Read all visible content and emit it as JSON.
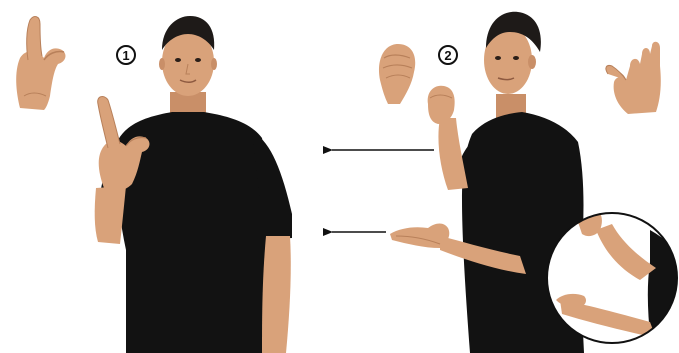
{
  "steps": [
    {
      "number": "1"
    },
    {
      "number": "2"
    }
  ],
  "colors": {
    "background": "#ffffff",
    "skin": "#d9a27a",
    "skin_shadow": "#b8805a",
    "shirt": "#121212",
    "hair": "#1e1a18",
    "arrow": "#111111",
    "circle_border": "#111111"
  },
  "illustration": {
    "figures": [
      "person-left",
      "person-right",
      "inset-arms"
    ],
    "hand_shapes": [
      "l-handshape",
      "fist-handshape",
      "open-hand-handshape"
    ],
    "arrows": 2
  }
}
